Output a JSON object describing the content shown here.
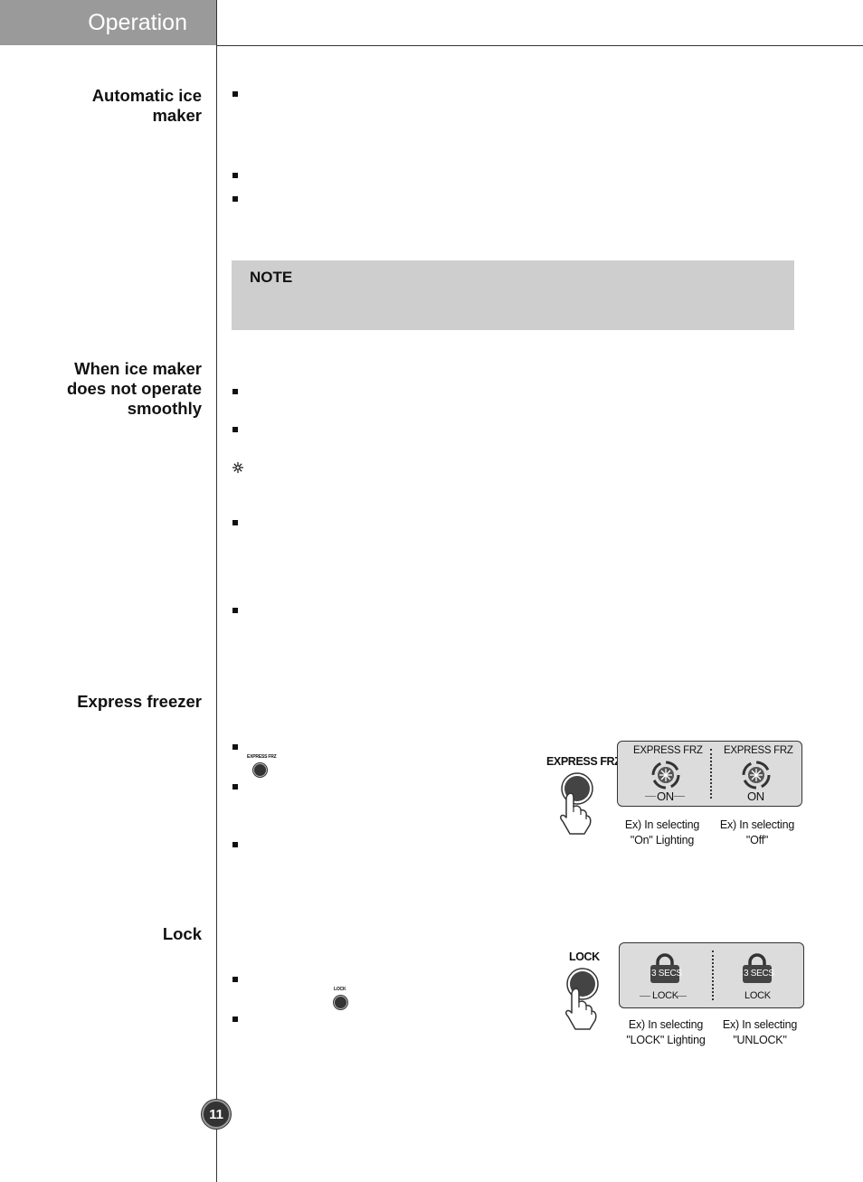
{
  "header": {
    "title": "Operation"
  },
  "sections": {
    "ice_maker": {
      "title_line1": "Automatic ice",
      "title_line2": "maker"
    },
    "not_smooth": {
      "title_line1": "When ice maker",
      "title_line2": "does not operate",
      "title_line3": "smoothly"
    },
    "express_freezer": {
      "title": "Express freezer"
    },
    "lock": {
      "title": "Lock"
    }
  },
  "note": {
    "label": "NOTE"
  },
  "express": {
    "inline_button_label": "EXPRESS FRZ",
    "button_label": "EXPRESS FRZ",
    "panel_left_title": "EXPRESS FRZ",
    "panel_left_status": "ON",
    "panel_right_title": "EXPRESS FRZ",
    "panel_right_status": "ON",
    "caption_left_line1": "Ex) In selecting",
    "caption_left_line2": "\"On\" Lighting",
    "caption_right_line1": "Ex) In selecting",
    "caption_right_line2": "\"Off\""
  },
  "lock_panel": {
    "inline_button_label": "LOCK",
    "button_label": "LOCK",
    "left_badge": "3 SECS",
    "left_status": "LOCK",
    "right_badge": "3 SECS",
    "right_status": "LOCK",
    "caption_left_line1": "Ex) In selecting",
    "caption_left_line2": "\"LOCK\" Lighting",
    "caption_right_line1": "Ex) In selecting",
    "caption_right_line2": "\"UNLOCK\""
  },
  "page": {
    "number": "11"
  }
}
